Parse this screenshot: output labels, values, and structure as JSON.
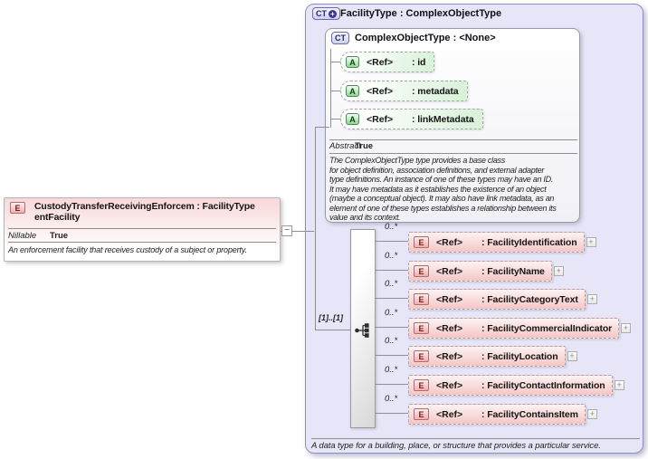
{
  "palette": {
    "container_lavender": "#e6e6f8",
    "element_pink": "#f5c6c6",
    "attribute_green": "#d9f2d9",
    "icon_red_border": "#a87070",
    "icon_green_border": "#55855a",
    "icon_blue_border": "#6b6bac",
    "connector_gray": "#8f8f8f"
  },
  "left_element": {
    "icon": "E",
    "title_line1": "CustodyTransferReceivingEnforcem : FacilityType",
    "title_line2": "entFacility",
    "prop_label": "Nillable",
    "prop_value": "True",
    "description": "An enforcement facility that receives custody of a subject or property."
  },
  "connector": {
    "collapse_glyph": "−",
    "multiplicity": "[1]..[1]"
  },
  "facility_type": {
    "icon": "CT",
    "icon_plus": "+",
    "title": "FacilityType : ComplexObjectType",
    "expand_glyph": "+",
    "footer": "A data type for a building, place, or structure that provides a particular service.",
    "base": {
      "icon": "CT",
      "title": "ComplexObjectType : <None>",
      "attributes": [
        {
          "icon": "A",
          "ref": "<Ref>",
          "name": ": id"
        },
        {
          "icon": "A",
          "ref": "<Ref>",
          "name": ": metadata"
        },
        {
          "icon": "A",
          "ref": "<Ref>",
          "name": ": linkMetadata"
        }
      ],
      "prop_label": "Abstract",
      "prop_value": "True",
      "description": "The ComplexObjectType type provides a base class\nfor object definition, association definitions, and external adapter\ntype definitions. An instance of one of these types may have an ID.\nIt may have metadata as it establishes the existence of an object\n(maybe a conceptual object). It may also have link metadata, as an\nelement of one of these types establishes a relationship between its\nvalue and its context."
    },
    "elements": [
      {
        "icon": "E",
        "cardinality": "0..*",
        "ref": "<Ref>",
        "name": ": FacilityIdentification"
      },
      {
        "icon": "E",
        "cardinality": "0..*",
        "ref": "<Ref>",
        "name": ": FacilityName"
      },
      {
        "icon": "E",
        "cardinality": "0..*",
        "ref": "<Ref>",
        "name": ": FacilityCategoryText"
      },
      {
        "icon": "E",
        "cardinality": "0..*",
        "ref": "<Ref>",
        "name": ": FacilityCommercialIndicator"
      },
      {
        "icon": "E",
        "cardinality": "0..*",
        "ref": "<Ref>",
        "name": ": FacilityLocation"
      },
      {
        "icon": "E",
        "cardinality": "0..*",
        "ref": "<Ref>",
        "name": ": FacilityContactInformation"
      },
      {
        "icon": "E",
        "cardinality": "0..*",
        "ref": "<Ref>",
        "name": ": FacilityContainsItem"
      }
    ]
  }
}
